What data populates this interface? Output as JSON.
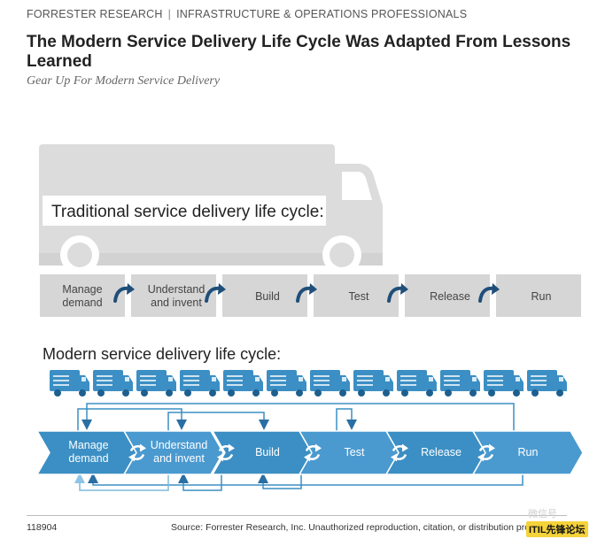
{
  "header": {
    "org": "FORRESTER RESEARCH",
    "separator": "|",
    "audience": "INFRASTRUCTURE & OPERATIONS PROFESSIONALS"
  },
  "title": "The Modern Service Delivery Life Cycle Was Adapted From Lessons Learned",
  "subtitle": "Gear Up For Modern Service Delivery",
  "traditional": {
    "label": "Traditional service delivery life cycle:",
    "stages": [
      [
        "Manage",
        "demand"
      ],
      [
        "Understand",
        "and invent"
      ],
      [
        "Build"
      ],
      [
        "Test"
      ],
      [
        "Release"
      ],
      [
        "Run"
      ]
    ]
  },
  "modern": {
    "label": "Modern service delivery life cycle:",
    "stages": [
      [
        "Manage",
        "demand"
      ],
      [
        "Understand",
        "and invent"
      ],
      [
        "Build"
      ],
      [
        "Test"
      ],
      [
        "Release"
      ],
      [
        "Run"
      ]
    ]
  },
  "colors": {
    "truck_gray": "#dcdcdc",
    "stage_gray": "#d6d6d6",
    "arrow_dark_blue": "#1f4e79",
    "flow_blue": "#3b8fc4",
    "flow_blue_light": "#7fb8dc",
    "loop_line": "#7aa7c7"
  },
  "footer": {
    "id": "118904",
    "source": "Source: Forrester Research, Inc. Unauthorized reproduction, citation, or distribution prohibited."
  },
  "watermark": {
    "label": "ITIL先锋论坛",
    "faint": "微信号"
  }
}
